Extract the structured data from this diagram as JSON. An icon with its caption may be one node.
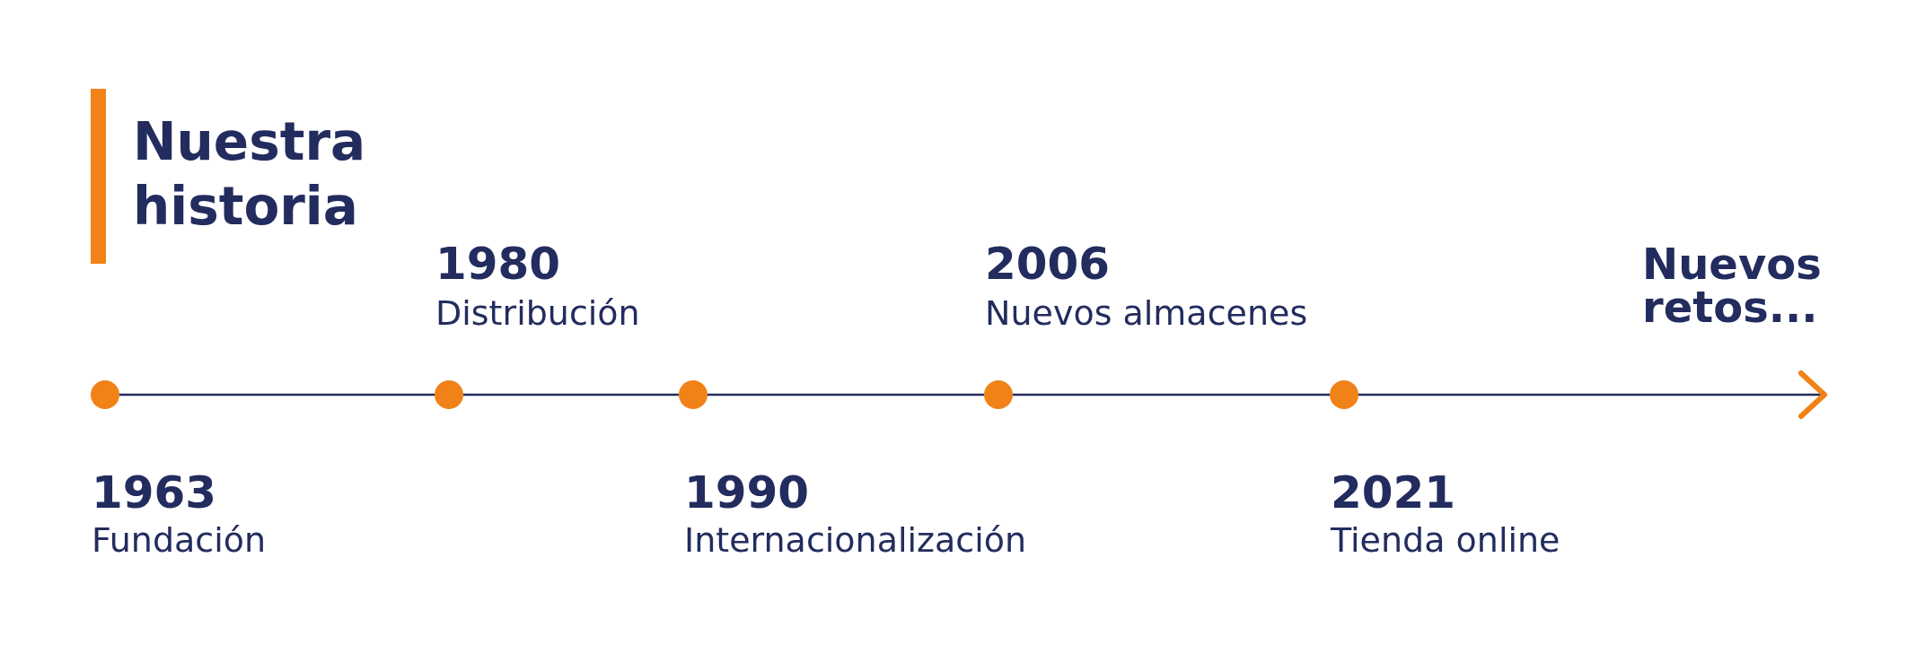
{
  "diagram": {
    "title": "Nuestra historia",
    "nodes": [
      {
        "text": [],
        "shape": "circle",
        "beside": [
          "1963",
          "Fundación"
        ]
      },
      {
        "text": [],
        "shape": "circle",
        "beside": [
          "1980",
          "Distribución"
        ]
      },
      {
        "text": [],
        "shape": "circle",
        "beside": [
          "1990",
          "Internacionalización"
        ]
      },
      {
        "text": [],
        "shape": "circle",
        "beside": [
          "2006",
          "Nuevos almacenes"
        ]
      },
      {
        "text": [],
        "shape": "circle",
        "beside": [
          "2021",
          "Tienda online"
        ]
      }
    ],
    "edges": [
      {
        "from": 0,
        "to": 1,
        "arrow": "none"
      },
      {
        "from": 1,
        "to": 2,
        "arrow": "none"
      },
      {
        "from": 2,
        "to": 3,
        "arrow": "none"
      },
      {
        "from": 3,
        "to": 4,
        "arrow": "none"
      },
      {
        "from": 4,
        "to": null,
        "arrow": "to"
      }
    ],
    "labels": [
      "Nuevos retos..."
    ]
  }
}
